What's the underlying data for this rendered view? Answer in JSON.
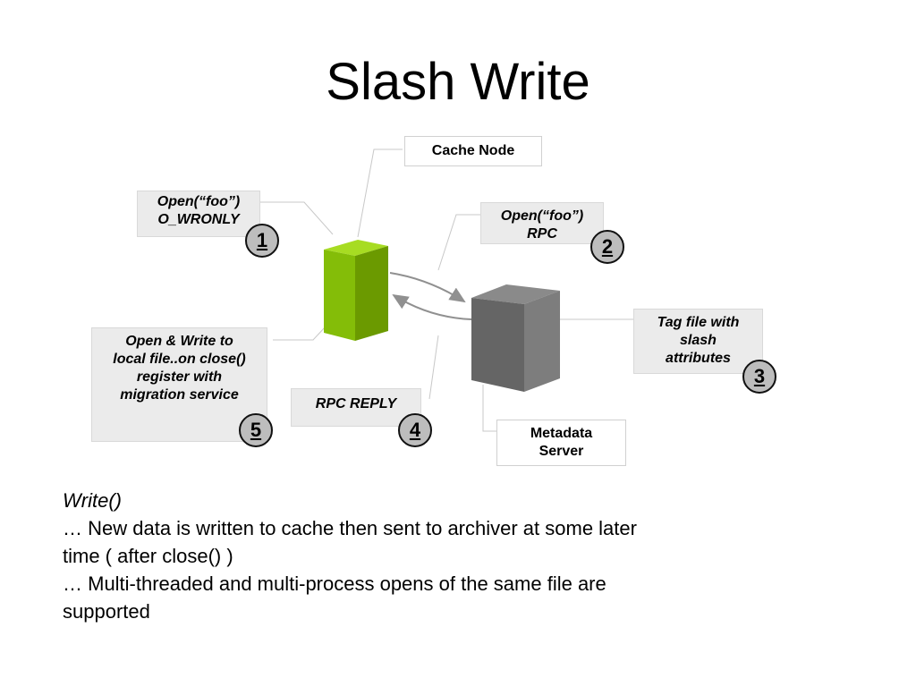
{
  "title": "Slash Write",
  "nodes": {
    "cache_node": "Cache Node",
    "metadata_server": "Metadata Server"
  },
  "steps": [
    {
      "number": "1",
      "text": "Open(“foo”) O_WRONLY"
    },
    {
      "number": "2",
      "text": "Open(“foo”) RPC"
    },
    {
      "number": "3",
      "text": "Tag file with slash attributes"
    },
    {
      "number": "4",
      "text": "RPC REPLY"
    },
    {
      "number": "5",
      "text": "Open & Write to local file..on close() register with migration service"
    }
  ],
  "description": {
    "heading": "Write()",
    "lines": [
      "… New data is written to cache then sent to archiver at some later time ( after close() )",
      "… Multi-threaded and multi-process opens of the same file are supported"
    ]
  },
  "colors": {
    "cache_node": "#7aaa00",
    "metadata_server": "#6e6e6e",
    "callout_bg": "#ebebeb",
    "badge": "#bdbdbd"
  }
}
